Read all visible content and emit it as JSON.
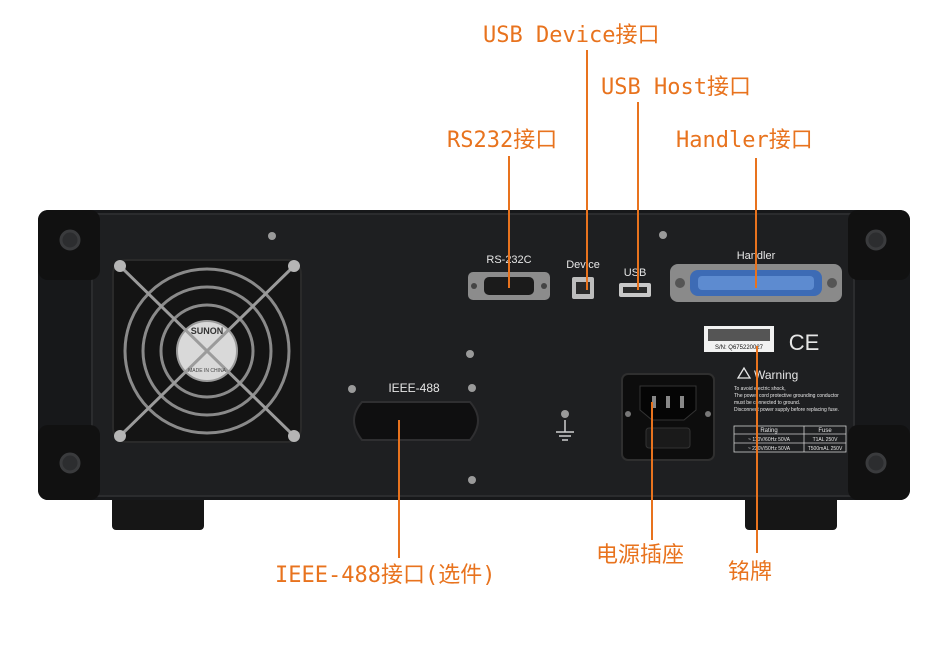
{
  "callouts": {
    "usb_device": "USB Device接口",
    "usb_host": "USB Host接口",
    "rs232": "RS232接口",
    "handler": "Handler接口",
    "ieee488": "IEEE-488接口(选件)",
    "power_socket": "电源插座",
    "nameplate": "铭牌"
  },
  "panel_labels": {
    "rs232c": "RS-232C",
    "device": "Device",
    "usb": "USB",
    "handler": "Handler",
    "ieee488": "IEEE-488",
    "serial_number": "S/N: Q675220027",
    "ce_mark": "CE",
    "warning_title": "Warning",
    "warning_lines": [
      "To avoid electric shock,",
      "The power cord protective grounding conductor",
      "must be connected to ground.",
      "Disconnect power supply before replacing fuse."
    ],
    "rating_header": "Rating",
    "fuse_header": "Fuse",
    "rating_rows": [
      [
        "~ 110V/60Hz 50VA",
        "T1AL 250V"
      ],
      [
        "~ 220V/50Hz 50VA",
        "T500mAL 250V"
      ]
    ],
    "fan_brand": "SUNON",
    "fan_origin": "MADE IN CHINA"
  },
  "colors": {
    "callout": "#e8731e",
    "chassis": "#17181a",
    "panel": "#1e1f21",
    "handler_connector": "#3d6bb5"
  }
}
